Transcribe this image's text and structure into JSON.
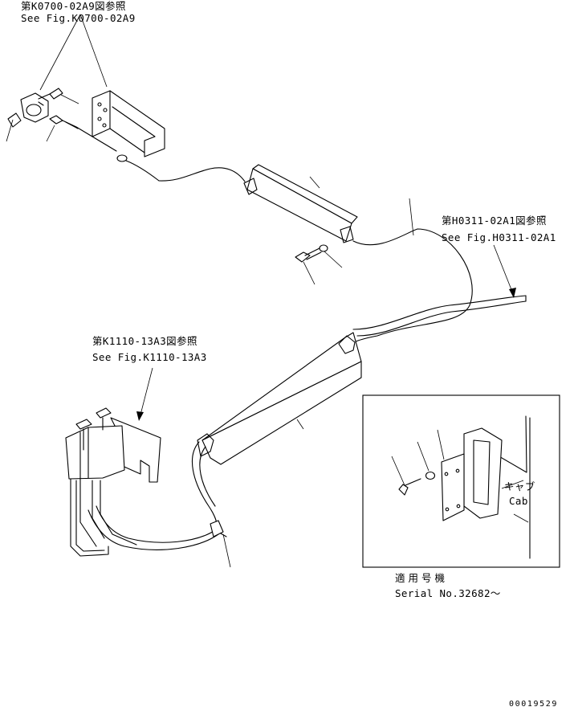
{
  "references": {
    "k0700": {
      "jp": "第K0700-02A9図参照",
      "en": "See Fig.K0700-02A9"
    },
    "h0311": {
      "jp": "第H0311-02A1図参照",
      "en": "See Fig.H0311-02A1"
    },
    "k1110": {
      "jp": "第K1110-13A3図参照",
      "en": "See Fig.K1110-13A3"
    }
  },
  "inset": {
    "cab_jp": "キャブ",
    "cab_en": "Cab",
    "serial_jp": "適用号機",
    "serial_en": "Serial No.32682〜"
  },
  "drawing_number": "00019529"
}
